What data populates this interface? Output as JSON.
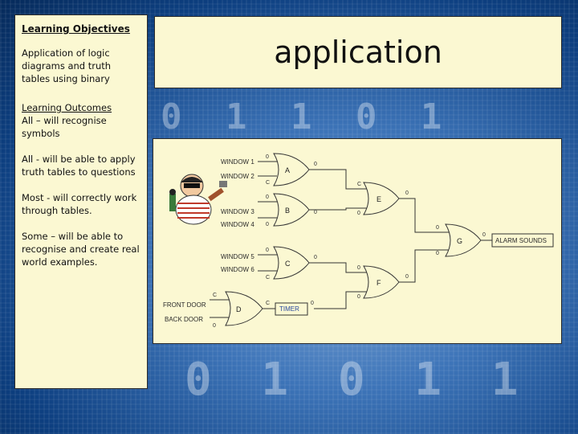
{
  "objectives": {
    "heading": "Learning Objectives",
    "text": "Application of logic diagrams and truth tables using binary"
  },
  "outcomes": {
    "heading": "Learning Outcomes",
    "all": "All – will recognise symbols",
    "all2": "All - will be able to apply truth tables to questions",
    "most": "Most - will correctly work through tables.",
    "some": "Some – will be able to recognise and create real world examples."
  },
  "slide_title": "application",
  "diagram": {
    "inputs": {
      "w1": "WINDOW 1",
      "w2": "WINDOW 2",
      "w3": "WINDOW 3",
      "w4": "WINDOW 4",
      "w5": "WINDOW 5",
      "w6": "WINDOW 6",
      "front": "FRONT DOOR",
      "back": "BACK DOOR"
    },
    "gates": {
      "a": "A",
      "b": "B",
      "c": "C",
      "d": "D",
      "e": "E",
      "f": "F",
      "g": "G"
    },
    "timer": "TIMER",
    "output": "ALARM SOUNDS",
    "bits": {
      "zero": "0",
      "c": "C"
    }
  }
}
